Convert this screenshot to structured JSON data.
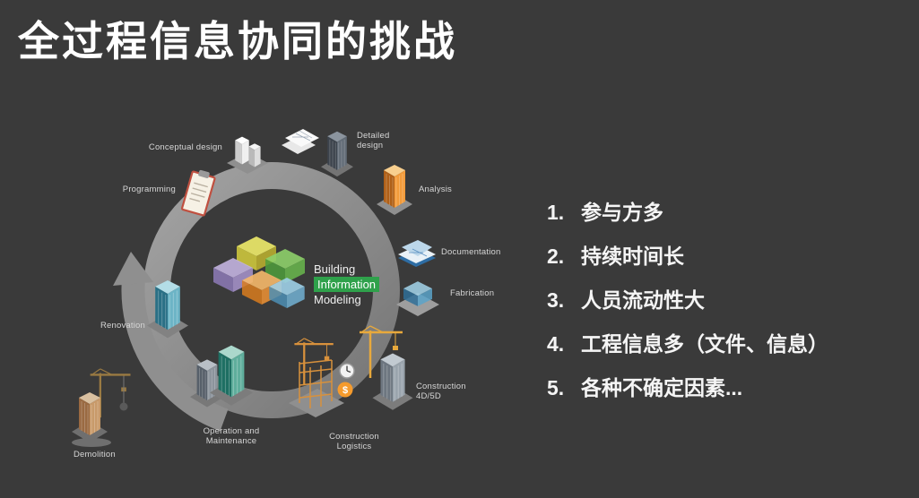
{
  "slide": {
    "title": "全过程信息协同的挑战",
    "background_color": "#3a3a3a",
    "text_color": "#ffffff"
  },
  "diagram": {
    "center": {
      "word1": "Building",
      "word2": "Information",
      "word3": "Modeling",
      "highlight_color": "#2fa14b"
    },
    "badges": {
      "dollar": "$"
    },
    "stages": {
      "conceptual": "Conceptual design",
      "detailed": "Detailed design",
      "programming": "Programming",
      "analysis": "Analysis",
      "documentation": "Documentation",
      "fabrication": "Fabrication",
      "construction": "Construction 4D/5D",
      "logistics": "Construction Logistics",
      "operation": "Operation and Maintenance",
      "demolition": "Demolition",
      "renovation": "Renovation"
    }
  },
  "list": {
    "items": [
      {
        "num": "1.",
        "text": "参与方多"
      },
      {
        "num": "2.",
        "text": "持续时间长"
      },
      {
        "num": "3.",
        "text": "人员流动性大"
      },
      {
        "num": "4.",
        "text": "工程信息多（文件、信息）"
      },
      {
        "num": "5.",
        "text": "各种不确定因素..."
      }
    ]
  }
}
